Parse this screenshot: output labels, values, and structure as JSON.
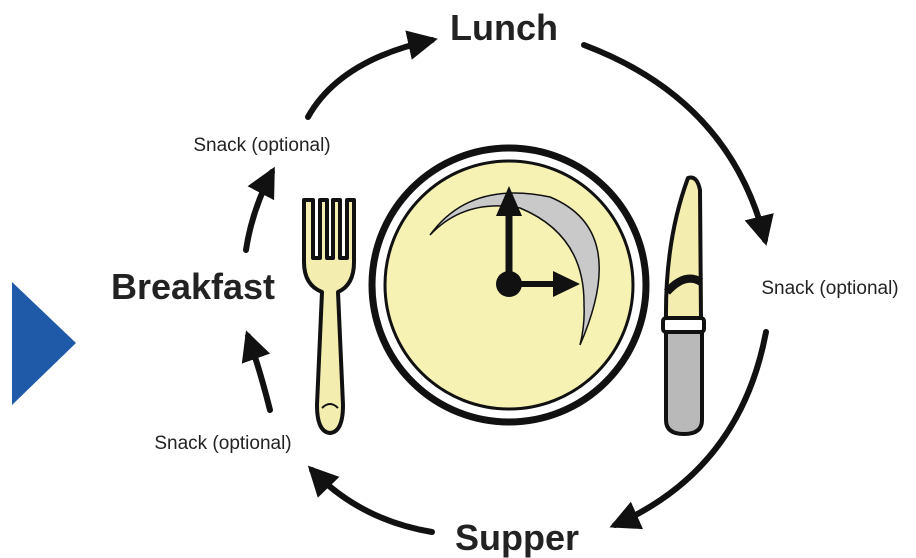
{
  "meals": {
    "lunch": "Lunch",
    "breakfast": "Breakfast",
    "supper": "Supper"
  },
  "snacks": {
    "upper_left": "Snack (optional)",
    "right": "Snack (optional)",
    "lower_left": "Snack (optional)"
  },
  "colors": {
    "plate_fill": "#f6f2b4",
    "plate_outline": "#111111",
    "arrow": "#111111",
    "fork_fill": "#f3eeb0",
    "knife_blade": "#f3eeb0",
    "knife_handle": "#b9b9b9",
    "pointer_marker": "#1f5aa8"
  },
  "icons": {
    "plate": "plate-icon",
    "fork": "fork-icon",
    "knife": "knife-icon",
    "clock_hands": "clock-hands-icon",
    "pointer": "triangle-pointer-icon"
  }
}
